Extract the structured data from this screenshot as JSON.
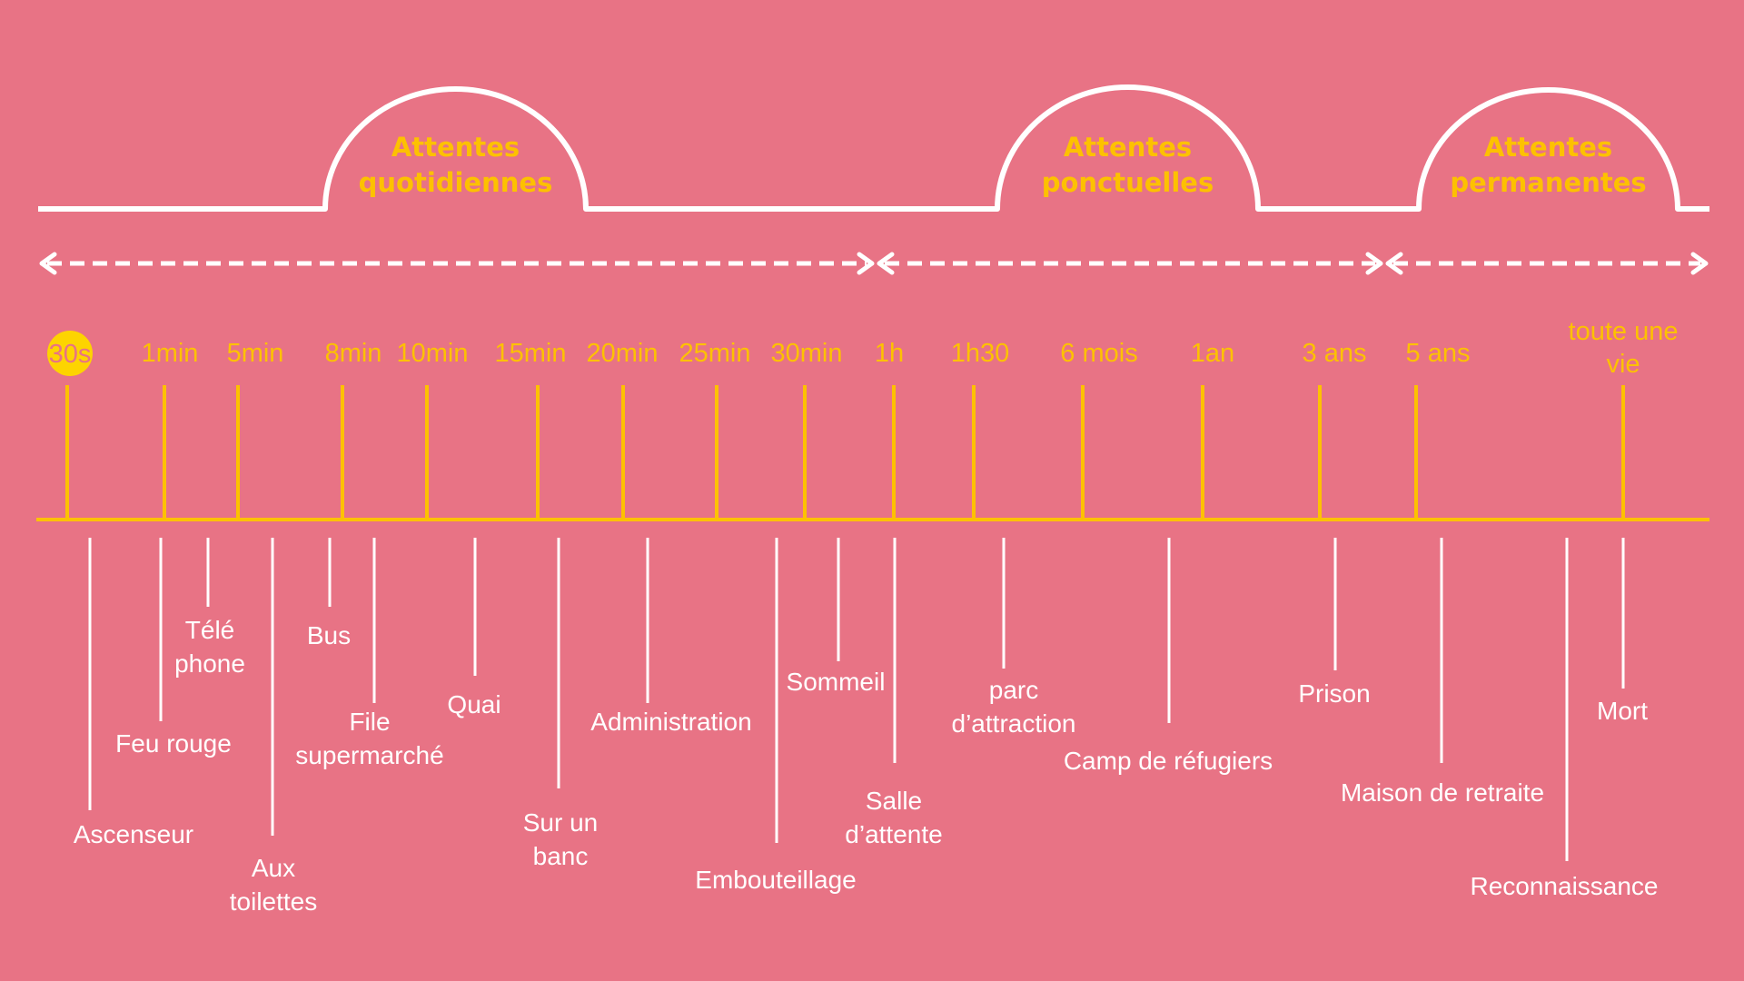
{
  "colors": {
    "background": "#e87385",
    "white": "#ffffff",
    "accent": "#fdc100",
    "highlight_text": "#e87385"
  },
  "categories": [
    {
      "lines": [
        "Attentes",
        "quotidiennes"
      ]
    },
    {
      "lines": [
        "Attentes",
        "ponctuelles"
      ]
    },
    {
      "lines": [
        "Attentes",
        "permanentes"
      ]
    }
  ],
  "ticks": [
    {
      "lines": [
        "30s"
      ],
      "highlight": true
    },
    {
      "lines": [
        "1min"
      ]
    },
    {
      "lines": [
        "5min"
      ]
    },
    {
      "lines": [
        "8min"
      ]
    },
    {
      "lines": [
        "10min"
      ]
    },
    {
      "lines": [
        "15min"
      ]
    },
    {
      "lines": [
        "20min"
      ]
    },
    {
      "lines": [
        "25min"
      ]
    },
    {
      "lines": [
        "30min"
      ]
    },
    {
      "lines": [
        "1h"
      ]
    },
    {
      "lines": [
        "1h30"
      ]
    },
    {
      "lines": [
        "6 mois"
      ]
    },
    {
      "lines": [
        "1an"
      ]
    },
    {
      "lines": [
        "3 ans"
      ]
    },
    {
      "lines": [
        "5 ans"
      ]
    },
    {
      "lines": [
        "toute une",
        "vie"
      ]
    }
  ],
  "events": [
    {
      "lines": [
        "Ascenseur"
      ]
    },
    {
      "lines": [
        "Feu rouge"
      ]
    },
    {
      "lines": [
        "Télé",
        "phone"
      ]
    },
    {
      "lines": [
        "Aux",
        "toilettes"
      ]
    },
    {
      "lines": [
        "Bus"
      ]
    },
    {
      "lines": [
        "File",
        "supermarché"
      ]
    },
    {
      "lines": [
        "Quai"
      ]
    },
    {
      "lines": [
        "Sur un",
        "banc"
      ]
    },
    {
      "lines": [
        "Administration"
      ]
    },
    {
      "lines": [
        "Embouteillage"
      ]
    },
    {
      "lines": [
        "Sommeil"
      ]
    },
    {
      "lines": [
        "Salle",
        "d’attente"
      ]
    },
    {
      "lines": [
        "parc",
        "d’attraction"
      ]
    },
    {
      "lines": [
        "Camp de réfugiers"
      ]
    },
    {
      "lines": [
        "Prison"
      ]
    },
    {
      "lines": [
        "Maison de retraite"
      ]
    },
    {
      "lines": [
        "Reconnaissance"
      ]
    },
    {
      "lines": [
        "Mort"
      ]
    }
  ]
}
